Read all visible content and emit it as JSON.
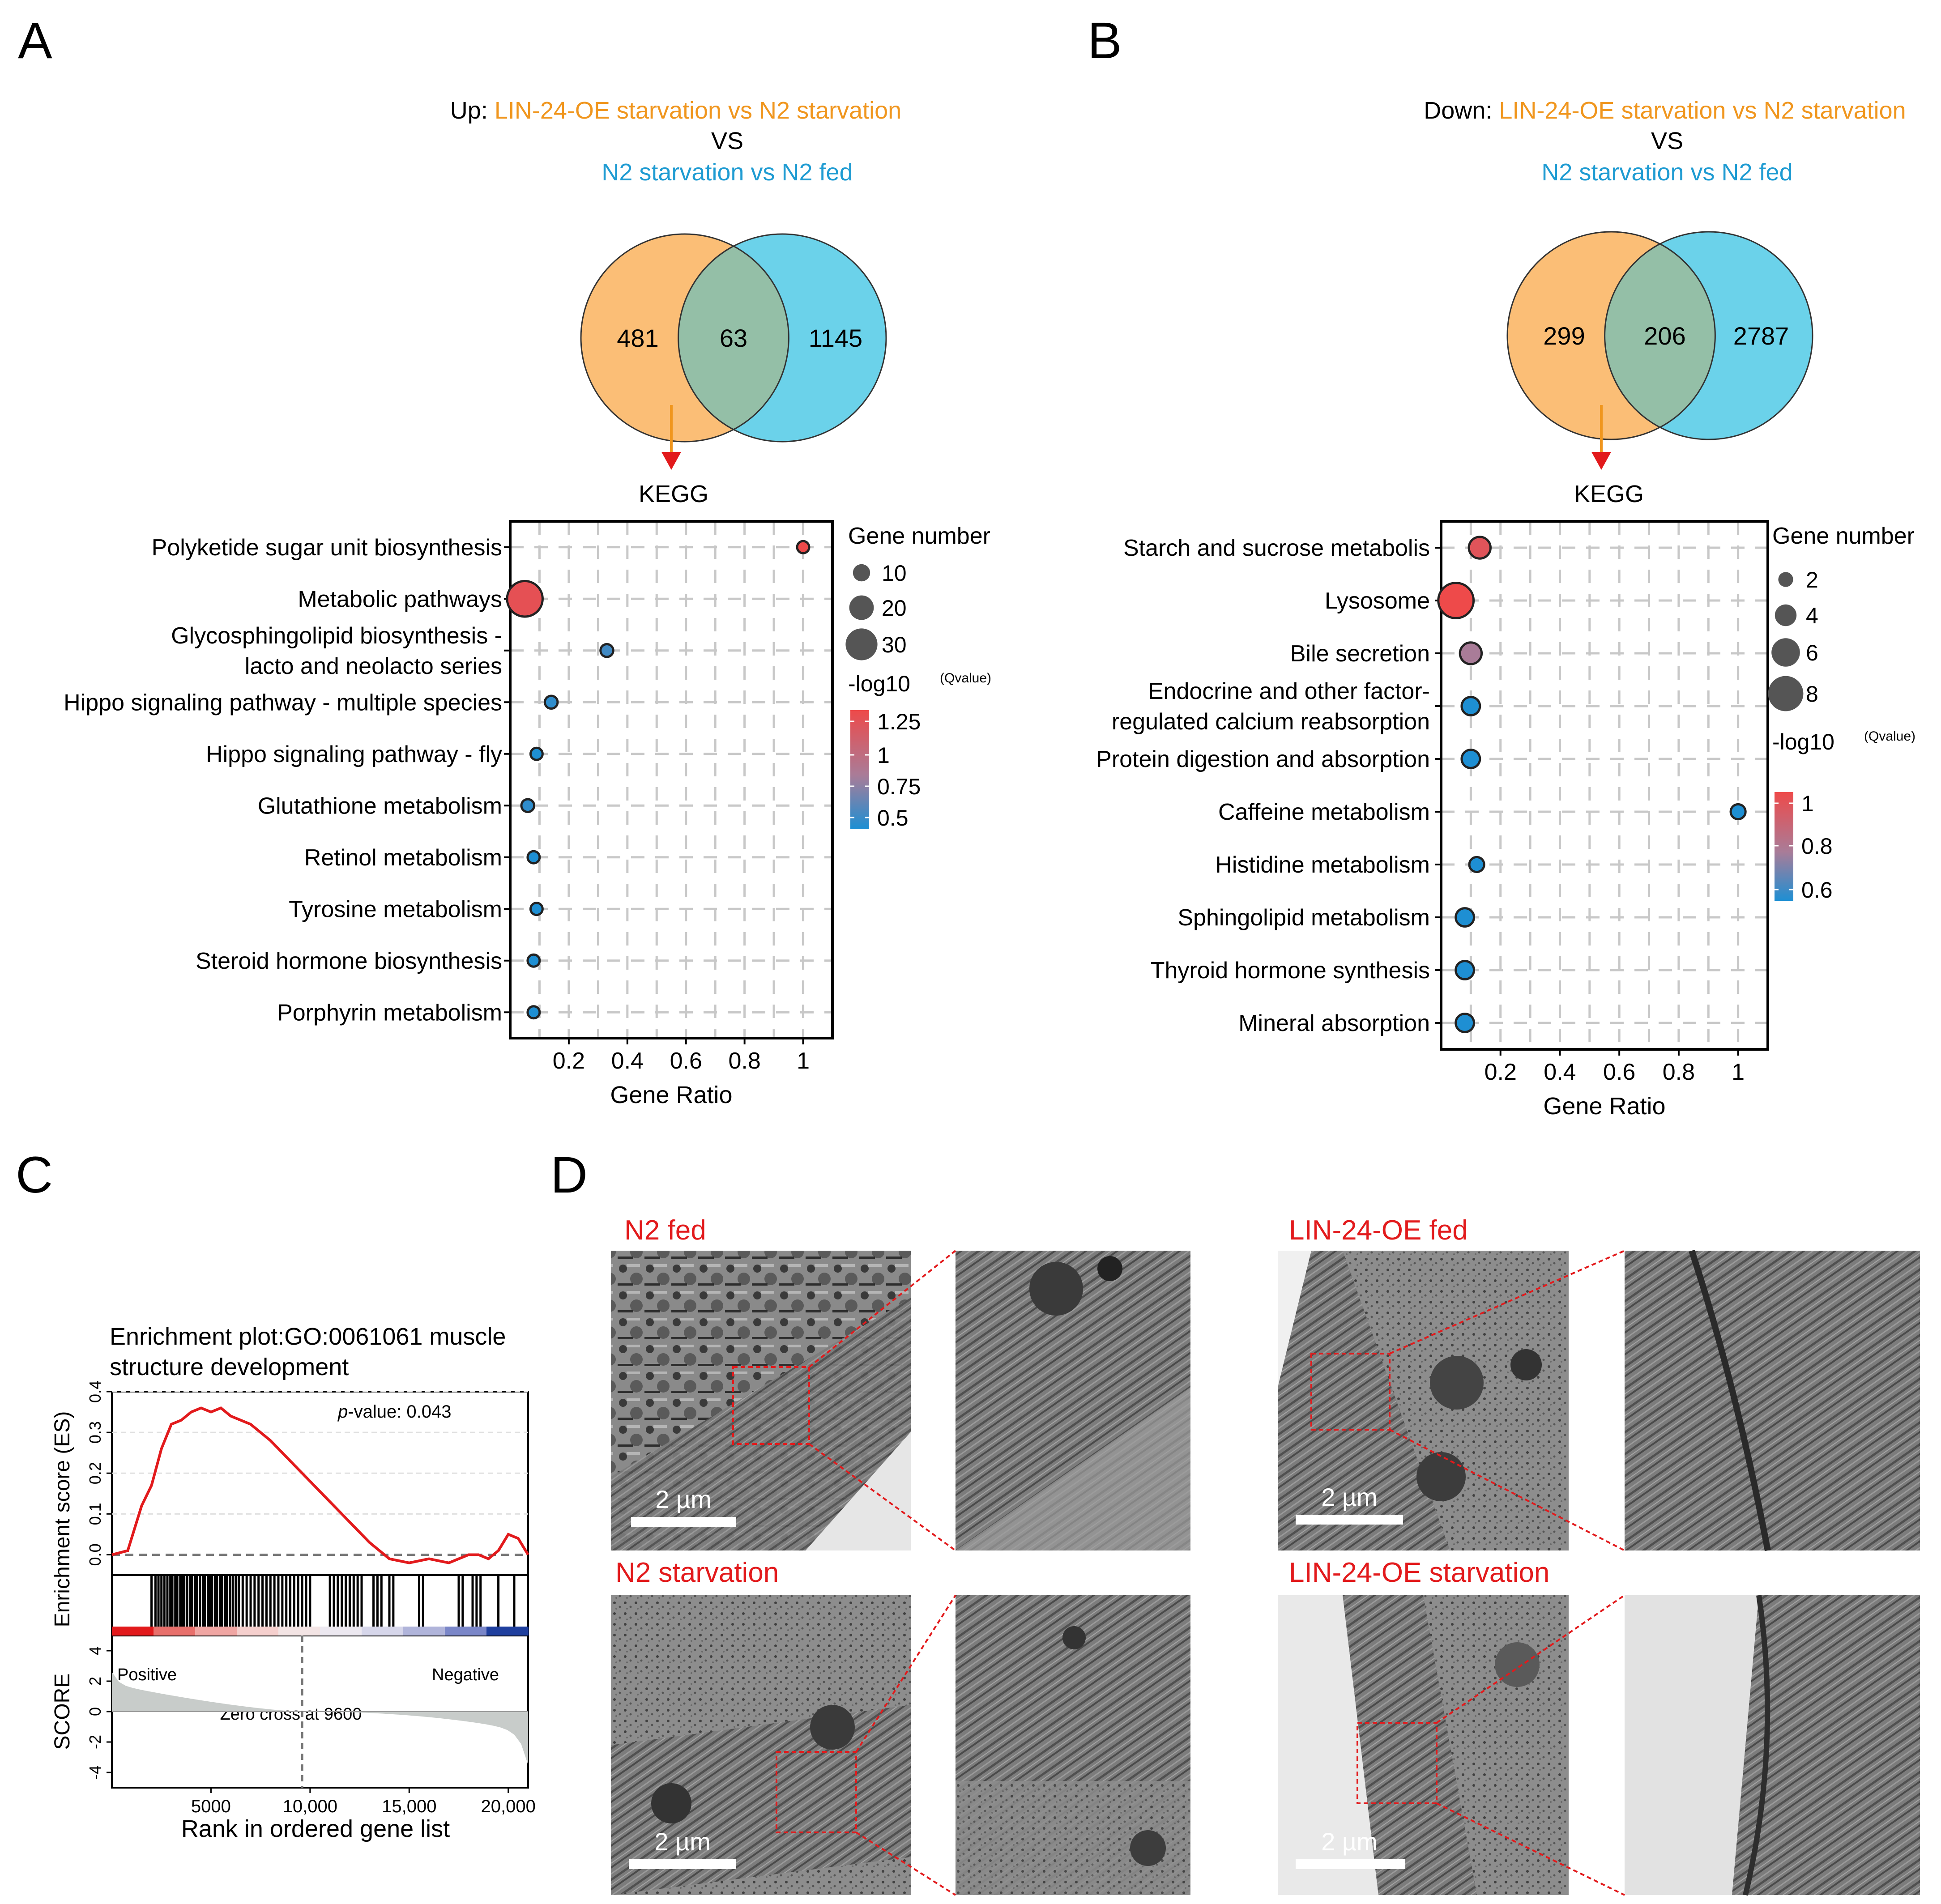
{
  "panel_labels": {
    "a": "A",
    "b": "B",
    "c": "C",
    "d": "D"
  },
  "colors": {
    "orange": "#F0961E",
    "blue": "#1E9BD2",
    "red": "#E21A1C",
    "venn_orange": "#FBBE76",
    "venn_blue": "#6BD2EA",
    "venn_overlap": "#94BFA7"
  },
  "panel_a": {
    "title_prefix": "Up: ",
    "title_orange": "LIN-24-OE starvation vs N2 starvation",
    "title_vs": "VS",
    "title_blue": "N2 starvation vs N2 fed",
    "venn_left": "481",
    "venn_mid": "63",
    "venn_right": "1145",
    "kegg": "KEGG"
  },
  "panel_b": {
    "title_prefix": "Down: ",
    "title_orange": "LIN-24-OE starvation vs N2 starvation",
    "title_vs": "VS",
    "title_blue": "N2 starvation vs N2 fed",
    "venn_left": "299",
    "venn_mid": "206",
    "venn_right": "2787",
    "kegg": "KEGG"
  },
  "panel_c": {
    "title_line1": "Enrichment plot:GO:0061061 muscle",
    "title_line2": "structure development",
    "pvalue_label": "p",
    "pvalue_text": "-value: 0.043",
    "ylabel_es": "Enrichment score (ES)",
    "ylabel_score": "SCORE",
    "xlabel": "Rank in ordered gene list",
    "positive": "Positive",
    "negative": "Negative",
    "zero_cross": "Zero cross at 9600",
    "es_ticks": [
      "0.0",
      "0.1",
      "0.2",
      "0.3",
      "0.4"
    ],
    "score_ticks": [
      "4",
      "2",
      "0",
      "-2",
      "-4"
    ],
    "x_ticks": [
      "5000",
      "10,000",
      "15,000",
      "20,000"
    ]
  },
  "panel_d": {
    "n2_fed": "N2 fed",
    "lin_fed": "LIN-24-OE fed",
    "n2_starv": "N2 starvation",
    "lin_starv": "LIN-24-OE starvation",
    "scale": "2 µm"
  },
  "chart_data": [
    {
      "type": "scatter",
      "panel": "A",
      "xlabel": "Gene Ratio",
      "ylabel": "",
      "x_ticks": [
        "0.2",
        "0.4",
        "0.6",
        "0.8",
        "1"
      ],
      "xlim": [
        0,
        1.1
      ],
      "size_legend_title": "Gene number",
      "size_legend": [
        10,
        20,
        30
      ],
      "color_legend_title": "-log10",
      "color_legend_sup": "(Qvalue)",
      "color_legend_ticks": [
        "1.25",
        "1",
        "0.75",
        "0.5"
      ],
      "categories": [
        "Polyketide sugar unit biosynthesis",
        "Metabolic pathways",
        "Glycosphingolipid biosynthesis -\nlacto and neolacto series",
        "Hippo signaling pathway - multiple species",
        "Hippo signaling pathway - fly",
        "Glutathione metabolism",
        "Retinol metabolism",
        "Tyrosine metabolism",
        "Steroid hormone biosynthesis",
        "Porphyrin metabolism"
      ],
      "gene_ratio": [
        1.0,
        0.05,
        0.33,
        0.14,
        0.09,
        0.06,
        0.08,
        0.09,
        0.08,
        0.08
      ],
      "gene_number": [
        3,
        35,
        4,
        4,
        3,
        4,
        3,
        3,
        3,
        3
      ],
      "neg_log10_q": [
        1.3,
        1.25,
        0.6,
        0.55,
        0.5,
        0.55,
        0.5,
        0.5,
        0.5,
        0.5
      ]
    },
    {
      "type": "scatter",
      "panel": "B",
      "xlabel": "Gene Ratio",
      "ylabel": "",
      "x_ticks": [
        "0.2",
        "0.4",
        "0.6",
        "0.8",
        "1"
      ],
      "xlim": [
        0,
        1.1
      ],
      "size_legend_title": "Gene number",
      "size_legend": [
        2,
        4,
        6,
        8
      ],
      "color_legend_title": "-log10",
      "color_legend_sup": "(Qvalue)",
      "color_legend_ticks": [
        "1",
        "0.8",
        "0.6"
      ],
      "categories": [
        "Starch and sucrose metabolis",
        "Lysosome",
        "Bile secretion",
        "Endocrine and other factor-\nregulated calcium reabsorption",
        "Protein digestion and absorption",
        "Caffeine metabolism",
        "Histidine metabolism",
        "Sphingolipid metabolism",
        "Thyroid hormone synthesis",
        "Mineral absorption"
      ],
      "gene_ratio": [
        0.13,
        0.05,
        0.1,
        0.1,
        0.1,
        1.0,
        0.12,
        0.08,
        0.08,
        0.08
      ],
      "gene_number": [
        4,
        8,
        4,
        3,
        3,
        2,
        2,
        3,
        3,
        3
      ],
      "neg_log10_q": [
        1.05,
        1.1,
        0.85,
        0.6,
        0.6,
        0.6,
        0.6,
        0.6,
        0.6,
        0.6
      ]
    },
    {
      "type": "line",
      "panel": "C",
      "xlabel": "Rank in ordered gene list",
      "ylabel": "Enrichment score (ES)",
      "xlim": [
        0,
        21000
      ],
      "ylim": [
        -0.05,
        0.4
      ],
      "x": [
        0,
        800,
        1500,
        2000,
        2500,
        3000,
        3500,
        4000,
        4500,
        5000,
        5500,
        6000,
        6500,
        7000,
        8000,
        9000,
        10000,
        11000,
        12000,
        13000,
        14000,
        15000,
        16000,
        17000,
        18000,
        18500,
        19000,
        19500,
        20000,
        20500,
        21000
      ],
      "y": [
        0.0,
        0.01,
        0.12,
        0.17,
        0.26,
        0.32,
        0.33,
        0.35,
        0.36,
        0.35,
        0.36,
        0.34,
        0.33,
        0.32,
        0.28,
        0.23,
        0.18,
        0.13,
        0.08,
        0.03,
        -0.01,
        -0.02,
        -0.01,
        -0.02,
        0.0,
        0.0,
        -0.01,
        0.01,
        0.05,
        0.04,
        0.0
      ]
    }
  ]
}
